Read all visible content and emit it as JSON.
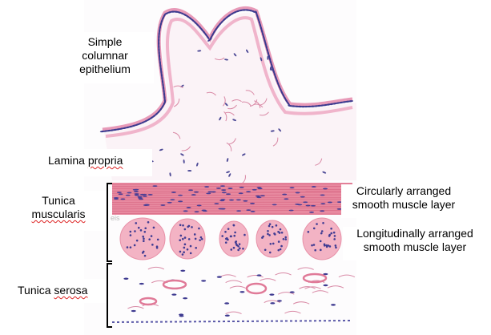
{
  "labels": {
    "simple_columnar": [
      "Simple",
      "columnar",
      "epithelium"
    ],
    "lamina_propria": {
      "word1": "Lamina",
      "word2": "propria"
    },
    "tunica_muscularis": [
      "Tunica",
      "muscularis"
    ],
    "circular": [
      "Circularly arranged",
      "smooth muscle layer"
    ],
    "longitudinal": [
      "Longitudinally arranged",
      "smooth muscle layer"
    ],
    "tunica_serosa": {
      "word1": "Tunica",
      "word2": "serosa"
    }
  },
  "colors": {
    "epithelium_nuclei": "#3b3a8f",
    "epithelium_pink": "#e89ab8",
    "muscle_pink": "#e8788f",
    "muscle_nuclei": "#4a3f96",
    "connective_line": "#d98aa6"
  }
}
